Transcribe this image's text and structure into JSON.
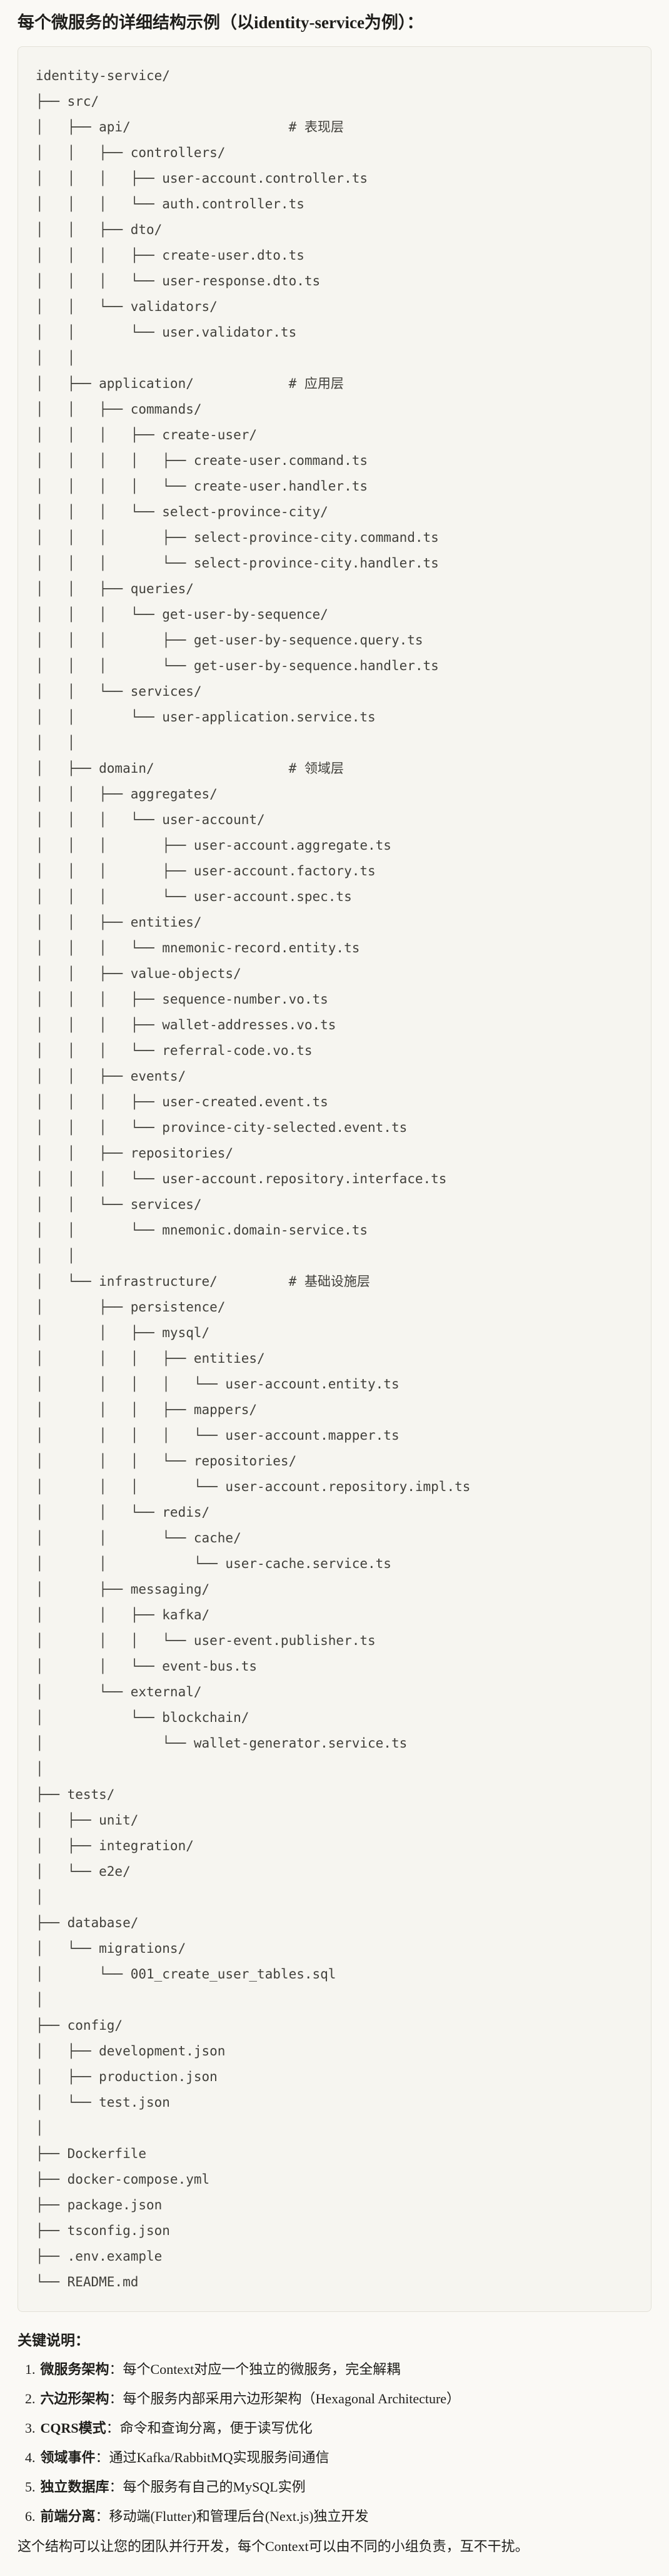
{
  "page": {
    "title": "每个微服务的详细结构示例（以identity-service为例）："
  },
  "colors": {
    "page_background": "#FAF9F5",
    "code_background": "#F6F5F0",
    "code_border": "#E3E1D8",
    "code_text": "#41403B",
    "body_text": "#1F1E1B"
  },
  "code_block": {
    "root": "identity-service/",
    "layer_comments": [
      "# 表现层",
      "# 应用层",
      "# 领域层",
      "# 基础设施层"
    ],
    "lines": [
      "identity-service/",
      "├── src/",
      "│   ├── api/                    # 表现层",
      "│   │   ├── controllers/",
      "│   │   │   ├── user-account.controller.ts",
      "│   │   │   └── auth.controller.ts",
      "│   │   ├── dto/",
      "│   │   │   ├── create-user.dto.ts",
      "│   │   │   └── user-response.dto.ts",
      "│   │   └── validators/",
      "│   │       └── user.validator.ts",
      "│   │",
      "│   ├── application/            # 应用层",
      "│   │   ├── commands/",
      "│   │   │   ├── create-user/",
      "│   │   │   │   ├── create-user.command.ts",
      "│   │   │   │   └── create-user.handler.ts",
      "│   │   │   └── select-province-city/",
      "│   │   │       ├── select-province-city.command.ts",
      "│   │   │       └── select-province-city.handler.ts",
      "│   │   ├── queries/",
      "│   │   │   └── get-user-by-sequence/",
      "│   │   │       ├── get-user-by-sequence.query.ts",
      "│   │   │       └── get-user-by-sequence.handler.ts",
      "│   │   └── services/",
      "│   │       └── user-application.service.ts",
      "│   │",
      "│   ├── domain/                 # 领域层",
      "│   │   ├── aggregates/",
      "│   │   │   └── user-account/",
      "│   │   │       ├── user-account.aggregate.ts",
      "│   │   │       ├── user-account.factory.ts",
      "│   │   │       └── user-account.spec.ts",
      "│   │   ├── entities/",
      "│   │   │   └── mnemonic-record.entity.ts",
      "│   │   ├── value-objects/",
      "│   │   │   ├── sequence-number.vo.ts",
      "│   │   │   ├── wallet-addresses.vo.ts",
      "│   │   │   └── referral-code.vo.ts",
      "│   │   ├── events/",
      "│   │   │   ├── user-created.event.ts",
      "│   │   │   └── province-city-selected.event.ts",
      "│   │   ├── repositories/",
      "│   │   │   └── user-account.repository.interface.ts",
      "│   │   └── services/",
      "│   │       └── mnemonic.domain-service.ts",
      "│   │",
      "│   └── infrastructure/         # 基础设施层",
      "│       ├── persistence/",
      "│       │   ├── mysql/",
      "│       │   │   ├── entities/",
      "│       │   │   │   └── user-account.entity.ts",
      "│       │   │   ├── mappers/",
      "│       │   │   │   └── user-account.mapper.ts",
      "│       │   │   └── repositories/",
      "│       │   │       └── user-account.repository.impl.ts",
      "│       │   └── redis/",
      "│       │       └── cache/",
      "│       │           └── user-cache.service.ts",
      "│       ├── messaging/",
      "│       │   ├── kafka/",
      "│       │   │   └── user-event.publisher.ts",
      "│       │   └── event-bus.ts",
      "│       └── external/",
      "│           └── blockchain/",
      "│               └── wallet-generator.service.ts",
      "│",
      "├── tests/",
      "│   ├── unit/",
      "│   ├── integration/",
      "│   └── e2e/",
      "│",
      "├── database/",
      "│   └── migrations/",
      "│       └── 001_create_user_tables.sql",
      "│",
      "├── config/",
      "│   ├── development.json",
      "│   ├── production.json",
      "│   └── test.json",
      "│",
      "├── Dockerfile",
      "├── docker-compose.yml",
      "├── package.json",
      "├── tsconfig.json",
      "├── .env.example",
      "└── README.md"
    ]
  },
  "notes": {
    "heading": "关键说明：",
    "items": [
      {
        "num": "1.",
        "term": "微服务架构",
        "sep": "：",
        "desc": "每个Context对应一个独立的微服务，完全解耦"
      },
      {
        "num": "2.",
        "term": "六边形架构",
        "sep": "：",
        "desc": "每个服务内部采用六边形架构（Hexagonal Architecture）"
      },
      {
        "num": "3.",
        "term": "CQRS模式",
        "sep": "：",
        "desc": "命令和查询分离，便于读写优化"
      },
      {
        "num": "4.",
        "term": "领域事件",
        "sep": "：",
        "desc": "通过Kafka/RabbitMQ实现服务间通信"
      },
      {
        "num": "5.",
        "term": "独立数据库",
        "sep": "：",
        "desc": "每个服务有自己的MySQL实例"
      },
      {
        "num": "6.",
        "term": "前端分离",
        "sep": "：",
        "desc": "移动端(Flutter)和管理后台(Next.js)独立开发"
      }
    ],
    "footer": "这个结构可以让您的团队并行开发，每个Context可以由不同的小组负责，互不干扰。"
  }
}
